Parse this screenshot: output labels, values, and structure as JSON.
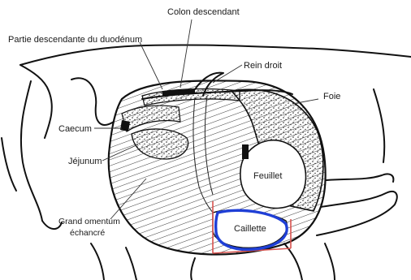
{
  "labels": {
    "colon_descendant": "Colon descendant",
    "partie_descendante_duodenum": "Partie descendante du duodénum",
    "rein_droit": "Rein droit",
    "foie": "Foie",
    "caecum": "Caecum",
    "jejunum": "Jéjunum",
    "feuillet": "Feuillet",
    "grand_omentum_line1": "Grand omentum",
    "grand_omentum_line2": "échancré",
    "caillette": "Caillette"
  },
  "colors": {
    "outline": "#111111",
    "highlight_red": "#d9534f",
    "highlight_blue": "#1f3fd6",
    "stipple": "#222222"
  }
}
